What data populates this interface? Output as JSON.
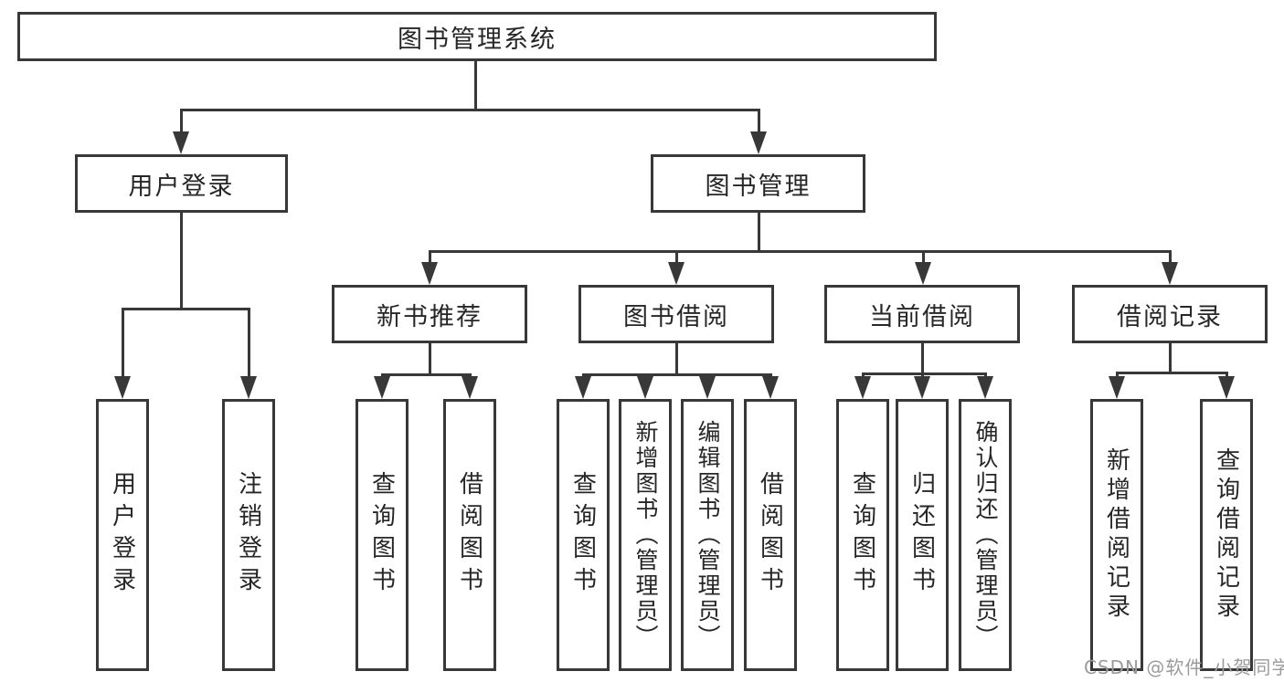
{
  "diagram": {
    "type": "hierarchy-functional-structure",
    "colors": {
      "line": "#383838",
      "box_border": "#383838",
      "text": "#262626",
      "watermark": "#9b9b9b",
      "background": "#ffffff"
    },
    "tree": {
      "root": {
        "label": "图书管理系统",
        "children": [
          {
            "label": "用户登录",
            "children": [
              {
                "label": "用户登录"
              },
              {
                "label": "注销登录"
              }
            ]
          },
          {
            "label": "图书管理",
            "children": [
              {
                "label": "新书推荐",
                "children": [
                  {
                    "label": "查询图书"
                  },
                  {
                    "label": "借阅图书"
                  }
                ]
              },
              {
                "label": "图书借阅",
                "children": [
                  {
                    "label": "查询图书"
                  },
                  {
                    "label": "新增图书（管理员）"
                  },
                  {
                    "label": "编辑图书（管理员）"
                  },
                  {
                    "label": "借阅图书"
                  }
                ]
              },
              {
                "label": "当前借阅",
                "children": [
                  {
                    "label": "查询图书"
                  },
                  {
                    "label": "归还图书"
                  },
                  {
                    "label": "确认归还（管理员）"
                  }
                ]
              },
              {
                "label": "借阅记录",
                "children": [
                  {
                    "label": "新增借阅记录"
                  },
                  {
                    "label": "查询借阅记录"
                  }
                ]
              }
            ]
          }
        ]
      }
    },
    "watermark": {
      "text": "CSDN @软件_小贺同学"
    }
  }
}
